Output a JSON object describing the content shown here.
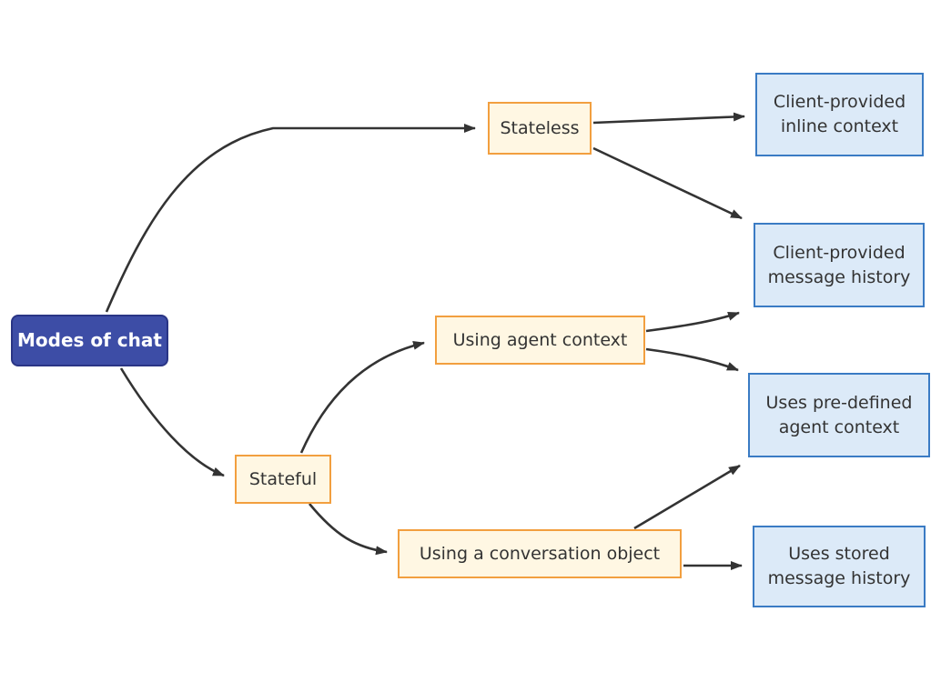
{
  "diagram": {
    "type": "flowchart",
    "direction": "left-to-right",
    "colors": {
      "background": "#FFFFFF",
      "edge": "#333333",
      "root_fill": "#3D4DA6",
      "root_border": "#2A3585",
      "root_text": "#FFFFFF",
      "branch_fill": "#FFF7E3",
      "branch_border": "#F29F3F",
      "leaf_fill": "#DCEAF8",
      "leaf_border": "#3A7BC4",
      "node_text": "#333333"
    },
    "nodes": {
      "modes_of_chat": {
        "label": "Modes of chat",
        "kind": "root"
      },
      "stateless": {
        "label": "Stateless",
        "kind": "branch"
      },
      "stateful": {
        "label": "Stateful",
        "kind": "branch"
      },
      "using_agent_context": {
        "label": "Using agent context",
        "kind": "branch"
      },
      "using_a_conversation_object": {
        "label": "Using a conversation object",
        "kind": "branch"
      },
      "client_provided_inline_context": {
        "label": "Client-provided inline context",
        "lines": [
          "Client-provided",
          "inline context"
        ],
        "kind": "leaf"
      },
      "client_provided_message_history": {
        "label": "Client-provided message history",
        "lines": [
          "Client-provided",
          "message history"
        ],
        "kind": "leaf"
      },
      "uses_predefined_agent_context": {
        "label": "Uses pre-defined agent context",
        "lines": [
          "Uses pre-defined",
          "agent context"
        ],
        "kind": "leaf"
      },
      "uses_stored_message_history": {
        "label": "Uses stored message history",
        "lines": [
          "Uses stored",
          "message history"
        ],
        "kind": "leaf"
      }
    },
    "edges": [
      {
        "from": "Modes of chat",
        "to": "Stateless"
      },
      {
        "from": "Modes of chat",
        "to": "Stateful"
      },
      {
        "from": "Stateless",
        "to": "Client-provided inline context"
      },
      {
        "from": "Stateless",
        "to": "Client-provided message history"
      },
      {
        "from": "Stateful",
        "to": "Using agent context"
      },
      {
        "from": "Stateful",
        "to": "Using a conversation object"
      },
      {
        "from": "Using agent context",
        "to": "Client-provided message history"
      },
      {
        "from": "Using agent context",
        "to": "Uses pre-defined agent context"
      },
      {
        "from": "Using a conversation object",
        "to": "Uses pre-defined agent context"
      },
      {
        "from": "Using a conversation object",
        "to": "Uses stored message history"
      }
    ]
  }
}
